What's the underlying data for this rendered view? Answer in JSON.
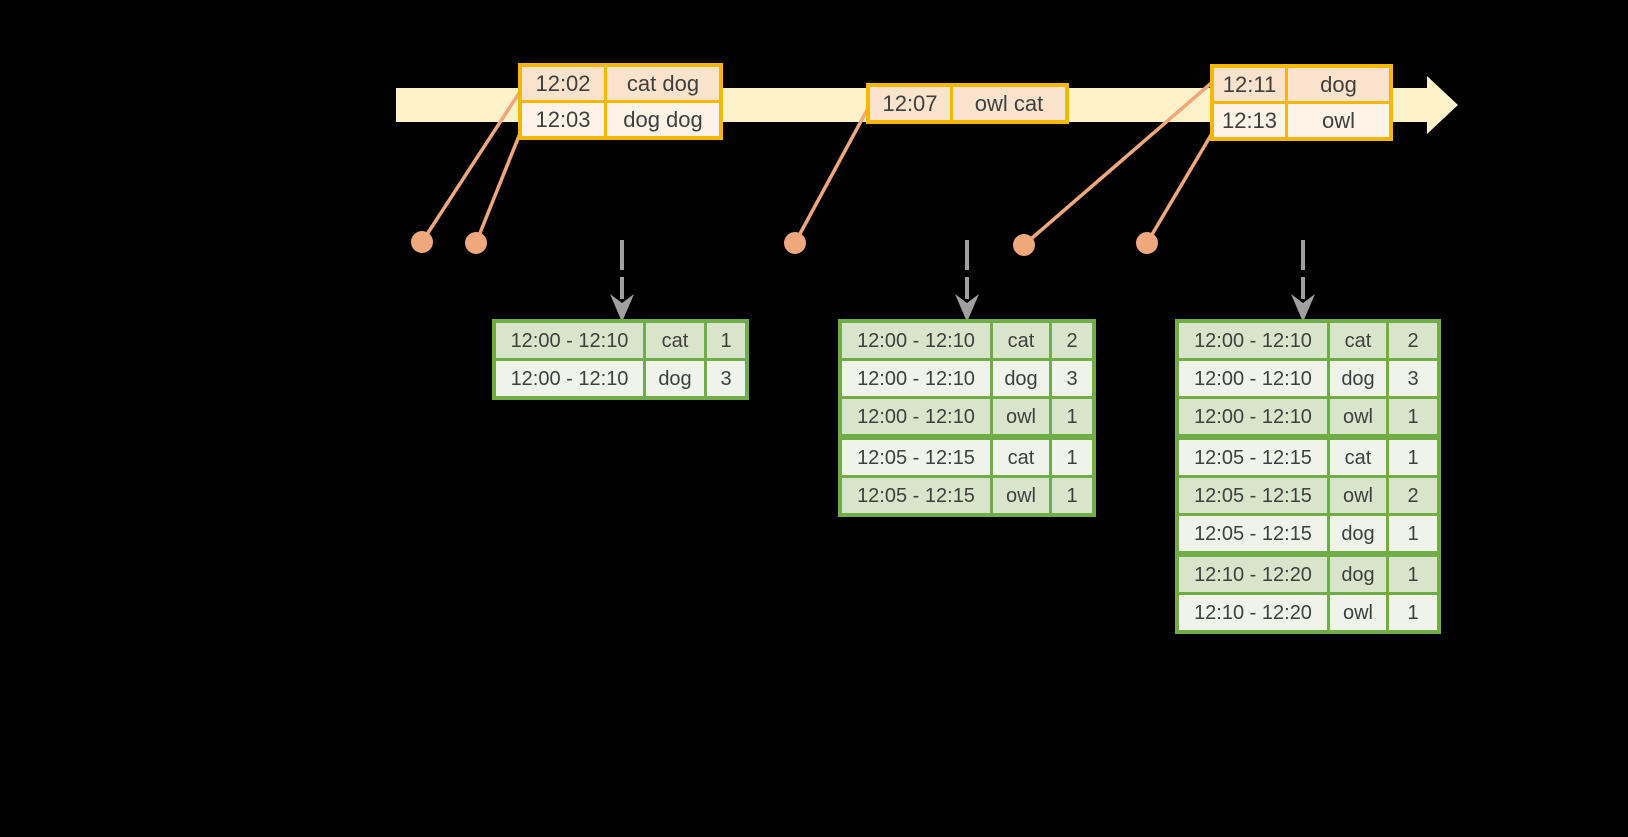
{
  "colors": {
    "background": "#000000",
    "timeline": "#FCF1C9",
    "event_border": "#F5B700",
    "event_peach": "#FAE3CC",
    "event_cream": "#FDF4E7",
    "result_border": "#70AD47",
    "result_dark": "#D9E5CB",
    "result_light": "#EFF3EA",
    "connector": "#EFA77C",
    "arrow": "#A0A0A0",
    "text": "#3F3F3F"
  },
  "event_tables": [
    {
      "rows": [
        {
          "time": "12:02",
          "words": "cat dog"
        },
        {
          "time": "12:03",
          "words": "dog dog"
        }
      ]
    },
    {
      "rows": [
        {
          "time": "12:07",
          "words": "owl cat"
        }
      ]
    },
    {
      "rows": [
        {
          "time": "12:11",
          "words": "dog"
        },
        {
          "time": "12:13",
          "words": "owl"
        }
      ]
    }
  ],
  "result_tables": [
    {
      "rows": [
        {
          "window": "12:00 - 12:10",
          "word": "cat",
          "count": "1"
        },
        {
          "window": "12:00 - 12:10",
          "word": "dog",
          "count": "3"
        }
      ]
    },
    {
      "rows": [
        {
          "window": "12:00 - 12:10",
          "word": "cat",
          "count": "2"
        },
        {
          "window": "12:00 - 12:10",
          "word": "dog",
          "count": "3"
        },
        {
          "window": "12:00 - 12:10",
          "word": "owl",
          "count": "1"
        },
        {
          "window": "12:05 - 12:15",
          "word": "cat",
          "count": "1"
        },
        {
          "window": "12:05 - 12:15",
          "word": "owl",
          "count": "1"
        }
      ]
    },
    {
      "rows": [
        {
          "window": "12:00 - 12:10",
          "word": "cat",
          "count": "2"
        },
        {
          "window": "12:00 - 12:10",
          "word": "dog",
          "count": "3"
        },
        {
          "window": "12:00 - 12:10",
          "word": "owl",
          "count": "1"
        },
        {
          "window": "12:05 - 12:15",
          "word": "cat",
          "count": "1"
        },
        {
          "window": "12:05 - 12:15",
          "word": "owl",
          "count": "2"
        },
        {
          "window": "12:05 - 12:15",
          "word": "dog",
          "count": "1"
        },
        {
          "window": "12:10 - 12:20",
          "word": "dog",
          "count": "1"
        },
        {
          "window": "12:10 - 12:20",
          "word": "owl",
          "count": "1"
        }
      ]
    }
  ]
}
